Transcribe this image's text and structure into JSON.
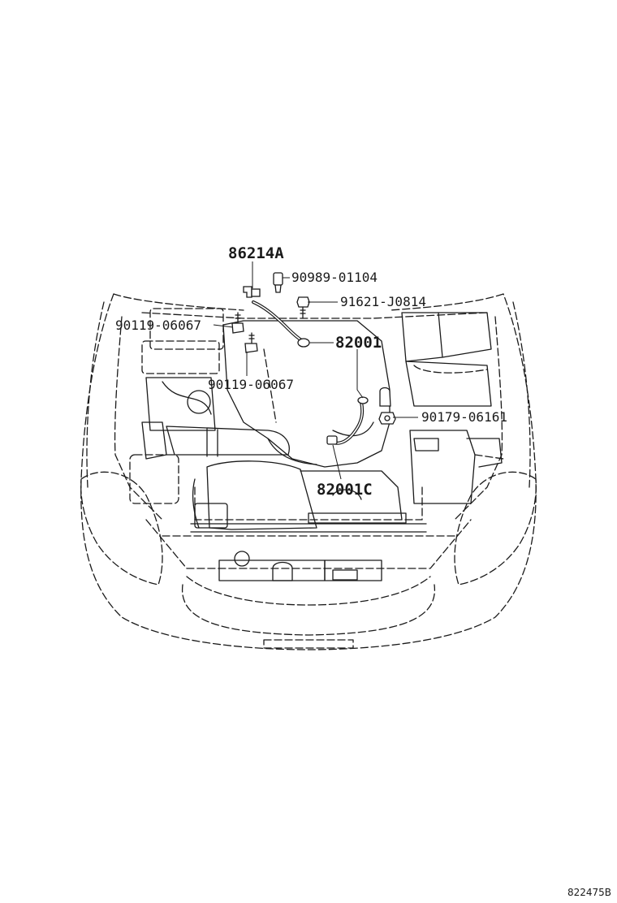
{
  "diagram": {
    "callouts": {
      "p86214a": "86214A",
      "p90989": "90989-01104",
      "p91621": "91621-J0814",
      "p90119_upper": "90119-06067",
      "p82001": "82001",
      "p90119_lower": "90119-06067",
      "p90179": "90179-06161",
      "p82001c": "82001C"
    },
    "illustration_number": "822475B"
  }
}
